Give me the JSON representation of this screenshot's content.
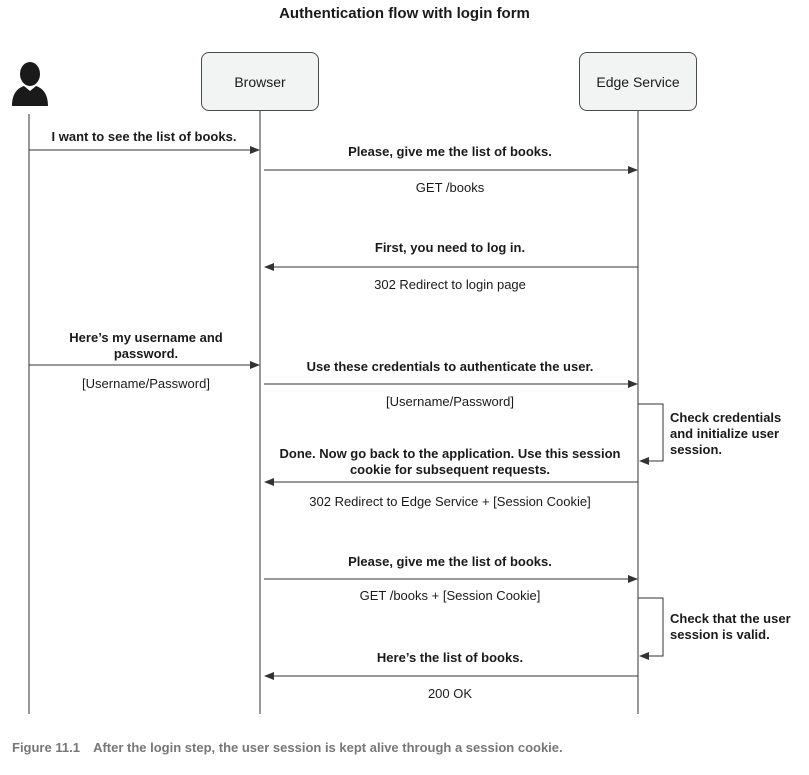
{
  "title": "Authentication flow with login form",
  "participants": {
    "user": {
      "icon": "user-icon"
    },
    "browser": {
      "label": "Browser"
    },
    "edge": {
      "label": "Edge Service"
    }
  },
  "messages": [
    {
      "from": "user",
      "to": "browser",
      "text": "I want to see the list of books.",
      "detail": ""
    },
    {
      "from": "browser",
      "to": "edge",
      "text": "Please, give me the list of books.",
      "detail": "GET /books"
    },
    {
      "from": "edge",
      "to": "browser",
      "text": "First, you need to log in.",
      "detail": "302 Redirect to login page"
    },
    {
      "from": "user",
      "to": "browser",
      "text_line1": "Here’s my username and",
      "text_line2": "password.",
      "detail": "[Username/Password]"
    },
    {
      "from": "browser",
      "to": "edge",
      "text": "Use these credentials to authenticate the user.",
      "detail": "[Username/Password]"
    },
    {
      "from": "edge",
      "to": "browser",
      "text_line1": "Done. Now go back to the application. Use this session",
      "text_line2": "cookie for subsequent requests.",
      "detail": "302 Redirect to Edge Service + [Session Cookie]"
    },
    {
      "from": "browser",
      "to": "edge",
      "text": "Please, give me the list of books.",
      "detail": "GET /books + [Session Cookie]"
    },
    {
      "from": "edge",
      "to": "browser",
      "text": "Here’s the list of books.",
      "detail": "200 OK"
    }
  ],
  "self_notes": [
    {
      "line1": "Check credentials",
      "line2": "and initialize user",
      "line3": "session."
    },
    {
      "line1": "Check that the user",
      "line2": "session is valid."
    }
  ],
  "caption": {
    "number": "Figure 11.1",
    "text": "After the login step, the user session is kept alive through a session cookie."
  },
  "colors": {
    "line": "#333333",
    "box_fill": "#f2f3f3",
    "caption": "#777777"
  }
}
